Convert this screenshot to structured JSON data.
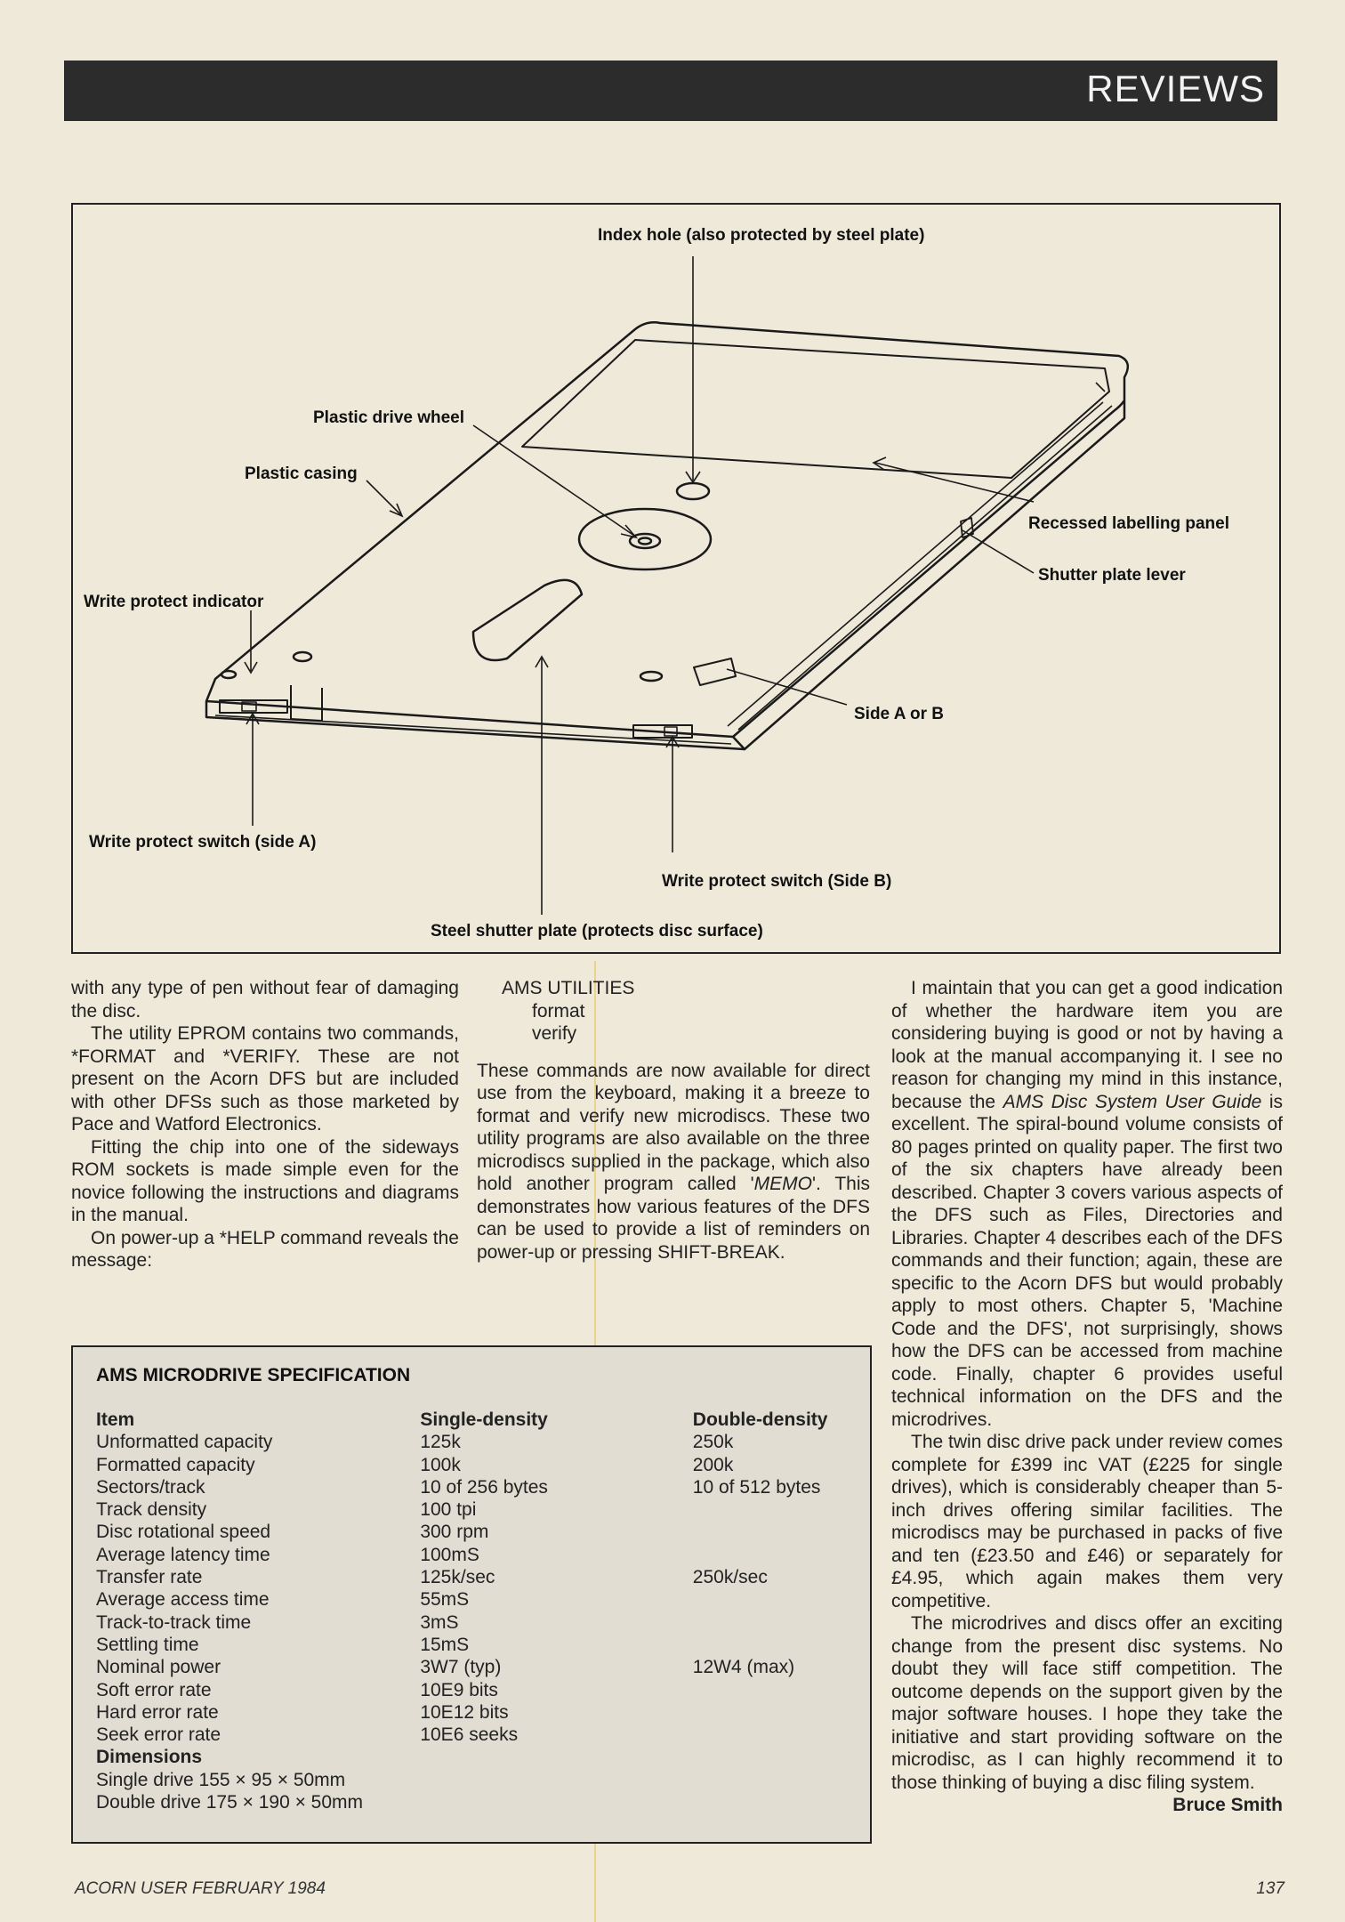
{
  "header": {
    "section": "REVIEWS"
  },
  "diagram": {
    "labels": {
      "index_hole": "Index hole (also protected by steel plate)",
      "drive_wheel": "Plastic drive wheel",
      "casing": "Plastic casing",
      "labelling_panel": "Recessed labelling panel",
      "shutter_lever": "Shutter plate lever",
      "wp_indicator": "Write protect indicator",
      "side": "Side A or B",
      "wp_switch_a": "Write protect switch (side A)",
      "wp_switch_b": "Write protect switch (Side B)",
      "shutter": "Steel shutter plate (protects disc surface)"
    }
  },
  "column1": {
    "p1": "with any type of pen without fear of damaging the disc.",
    "p2": "The utility EPROM contains two commands, *FORMAT and *VERIFY. These are not present on the Acorn DFS but are included with other DFSs such as those marketed by Pace and Watford Electronics.",
    "p3": "Fitting the chip into one of the sideways ROM sockets is made simple even for the novice following the instructions and diagrams in the manual.",
    "p4": "On power-up a *HELP command reveals the message:"
  },
  "column2": {
    "util_title": "AMS UTILITIES",
    "util_item1": "format",
    "util_item2": "verify",
    "p1_a": "These commands are now available for direct use from the keyboard, making it a breeze to format and verify new microdiscs. These two utility programs are also available on the three microdiscs supplied in the package, which also hold another program called '",
    "p1_em": "MEMO",
    "p1_b": "'. This demonstrates how various features of the DFS can be used to provide a list of reminders on power-up or pressing SHIFT-BREAK."
  },
  "column3": {
    "p1_a": "I maintain that you can get a good indication of whether the hardware item you are considering buying is good or not by having a look at the manual accompanying it. I see no reason for changing my mind in this instance, because the ",
    "p1_em": "AMS Disc System User Guide",
    "p1_b": " is excellent. The spiral-bound volume consists of 80 pages printed on quality paper. The first two of the six chapters have already been described. Chapter 3 covers various aspects of the DFS such as Files, Directories and Libraries. Chapter 4 describes each of the DFS commands and their function; again, these are specific to the Acorn DFS but would probably apply to most others. Chapter 5, 'Machine Code and the DFS', not surprisingly, shows how the DFS can be accessed from machine code. Finally, chapter 6 provides useful technical information on the DFS and the microdrives.",
    "p2": "The twin disc drive pack under review comes complete for £399 inc VAT (£225 for single drives), which is considerably cheaper than 5-inch drives offering similar facilities. The microdiscs may be purchased in packs of five and ten (£23.50 and £46) or separately for £4.95, which again makes them very competitive.",
    "p3": "The microdrives and discs offer an exciting change from the present disc systems. No doubt they will face stiff competition. The outcome depends on the support given by the major software houses. I hope they take the initiative and start providing software on the microdisc, as I can highly recommend it to those thinking of buying a disc filing system.",
    "author": "Bruce Smith"
  },
  "spec": {
    "title": "AMS MICRODRIVE SPECIFICATION",
    "headers": [
      "Item",
      "Single-density",
      "Double-density"
    ],
    "rows": [
      [
        "Unformatted capacity",
        "125k",
        "250k"
      ],
      [
        "Formatted capacity",
        "100k",
        "200k"
      ],
      [
        "Sectors/track",
        "10 of 256 bytes",
        "10 of 512 bytes"
      ],
      [
        "Track density",
        "100 tpi",
        ""
      ],
      [
        "Disc rotational speed",
        "300 rpm",
        ""
      ],
      [
        "Average latency time",
        "100mS",
        ""
      ],
      [
        "Transfer rate",
        "125k/sec",
        "250k/sec"
      ],
      [
        "Average access time",
        "55mS",
        ""
      ],
      [
        "Track-to-track time",
        "3mS",
        ""
      ],
      [
        "Settling time",
        "15mS",
        ""
      ],
      [
        "Nominal power",
        "3W7 (typ)",
        "12W4 (max)"
      ],
      [
        "Soft error rate",
        "10E9 bits",
        ""
      ],
      [
        "Hard error rate",
        "10E12 bits",
        ""
      ],
      [
        "Seek error rate",
        "10E6 seeks",
        ""
      ]
    ],
    "dimensions_label": "Dimensions",
    "dim_single": "Single drive 155 × 95 × 50mm",
    "dim_double": "Double drive 175 × 190 × 50mm"
  },
  "footer": {
    "publication": "ACORN USER FEBRUARY 1984",
    "page": "137"
  }
}
